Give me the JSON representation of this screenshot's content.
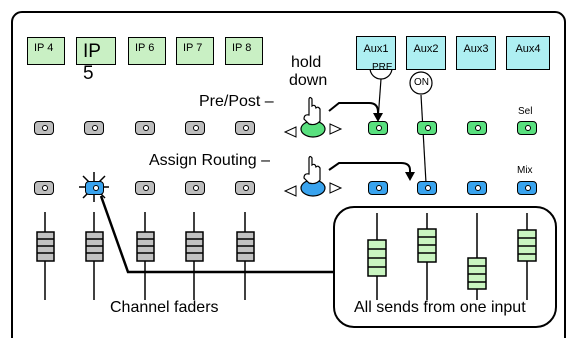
{
  "inputs": {
    "labels": [
      "IP 4",
      "IP 5",
      "IP 6",
      "IP 7",
      "IP 8"
    ],
    "selected": "IP 5"
  },
  "aux": {
    "labels": [
      "Aux1",
      "Aux2",
      "Aux3",
      "Aux4"
    ]
  },
  "tags": {
    "pre": "PRE",
    "on": "ON"
  },
  "button_labels": {
    "sel": "Sel",
    "mix": "Mix"
  },
  "annotations": {
    "hold": "hold",
    "down": "down",
    "pre_post": "Pre/Post –",
    "assign_routing": "Assign Routing –",
    "channel_faders": "Channel faders",
    "all_sends": "All sends from one input"
  },
  "colors": {
    "input_green": "#c9f0c4",
    "aux_cyan": "#aeeff2",
    "button_green": "#59e07e",
    "button_blue": "#39a3ee",
    "button_grey": "#bdbdbd"
  }
}
